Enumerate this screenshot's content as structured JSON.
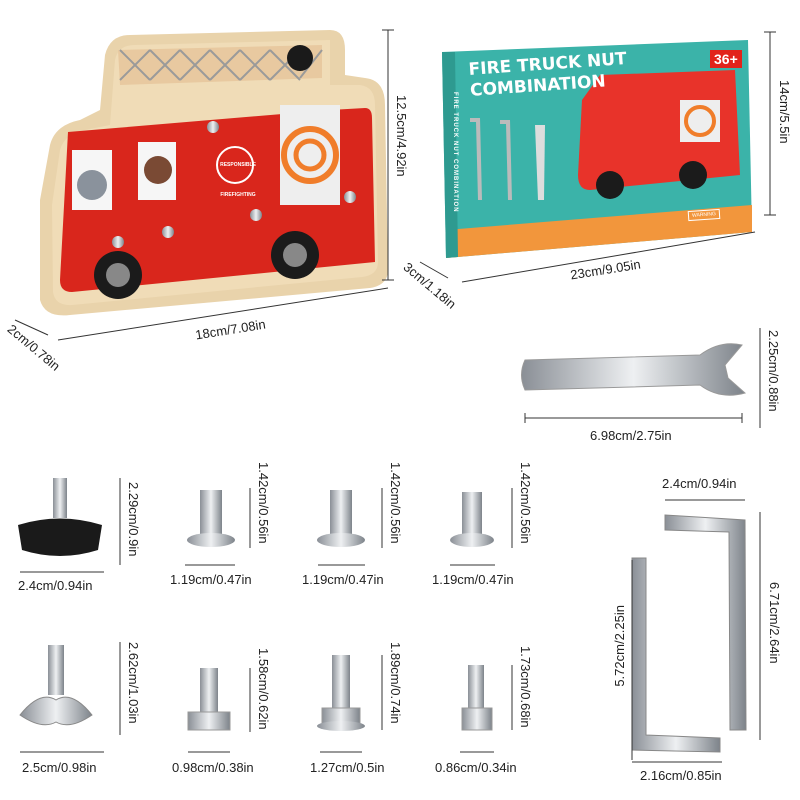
{
  "product_box": {
    "title": "FIRE TRUCK NUT COMBINATION",
    "age_badge": "36+",
    "side_text": "FIRE TRUCK NUT COMBINATION",
    "warning": "WARNING"
  },
  "board": {
    "badge_text": "RESPONSIBLE FIREFIGHTING"
  },
  "dimensions": {
    "board_height": "12.5cm/4.92in",
    "board_width": "18cm/7.08in",
    "board_depth": "2cm/0.78in",
    "box_height": "14cm/5.5in",
    "box_width": "23cm/9.05in",
    "box_depth": "3cm/1.18in",
    "wrench_length": "6.98cm/2.75in",
    "wrench_width": "2.25cm/0.88in",
    "knob_height": "2.29cm/0.9in",
    "knob_width": "2.4cm/0.94in",
    "bolt1_height": "1.42cm/0.56in",
    "bolt1_width": "1.19cm/0.47in",
    "bolt2_height": "1.42cm/0.56in",
    "bolt2_width": "1.19cm/0.47in",
    "bolt3_height": "1.42cm/0.56in",
    "bolt3_width": "1.19cm/0.47in",
    "wingnut_height": "2.62cm/1.03in",
    "wingnut_width": "2.5cm/0.98in",
    "hexbolt_height": "1.58cm/0.62in",
    "hexbolt_width": "0.98cm/0.38in",
    "flangebolt_height": "1.89cm/0.74in",
    "flangebolt_width": "1.27cm/0.5in",
    "capbolt_height": "1.73cm/0.68in",
    "capbolt_width": "0.86cm/0.34in",
    "hexkey_top_width": "2.4cm/0.94in",
    "hexkey_long_height": "6.71cm/2.64in",
    "hexkey_short_height": "5.72cm/2.25in",
    "hexkey_bottom_width": "2.16cm/0.85in"
  }
}
